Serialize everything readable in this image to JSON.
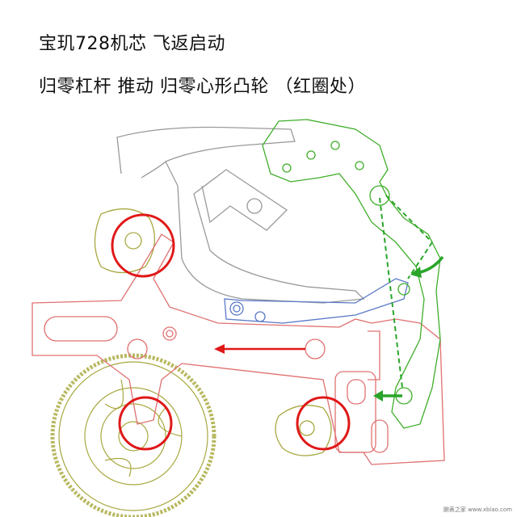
{
  "header": {
    "title_line1": "宝玑728机芯 飞返启动",
    "title_line2": "归零杠杆 推动 归零心形凸轮 （红圈处）"
  },
  "watermark": "腕表之家 www.xbiao.com",
  "colors": {
    "gray_lever": "#9a9a9a",
    "green_lever": "#3fae2a",
    "red_frame": "#e07070",
    "gear_olive": "#a8a840",
    "blue_lever": "#5a78c8",
    "highlight_circle": "#e01818",
    "arrow_red": "#e01818",
    "arrow_green": "#2aa52a"
  }
}
